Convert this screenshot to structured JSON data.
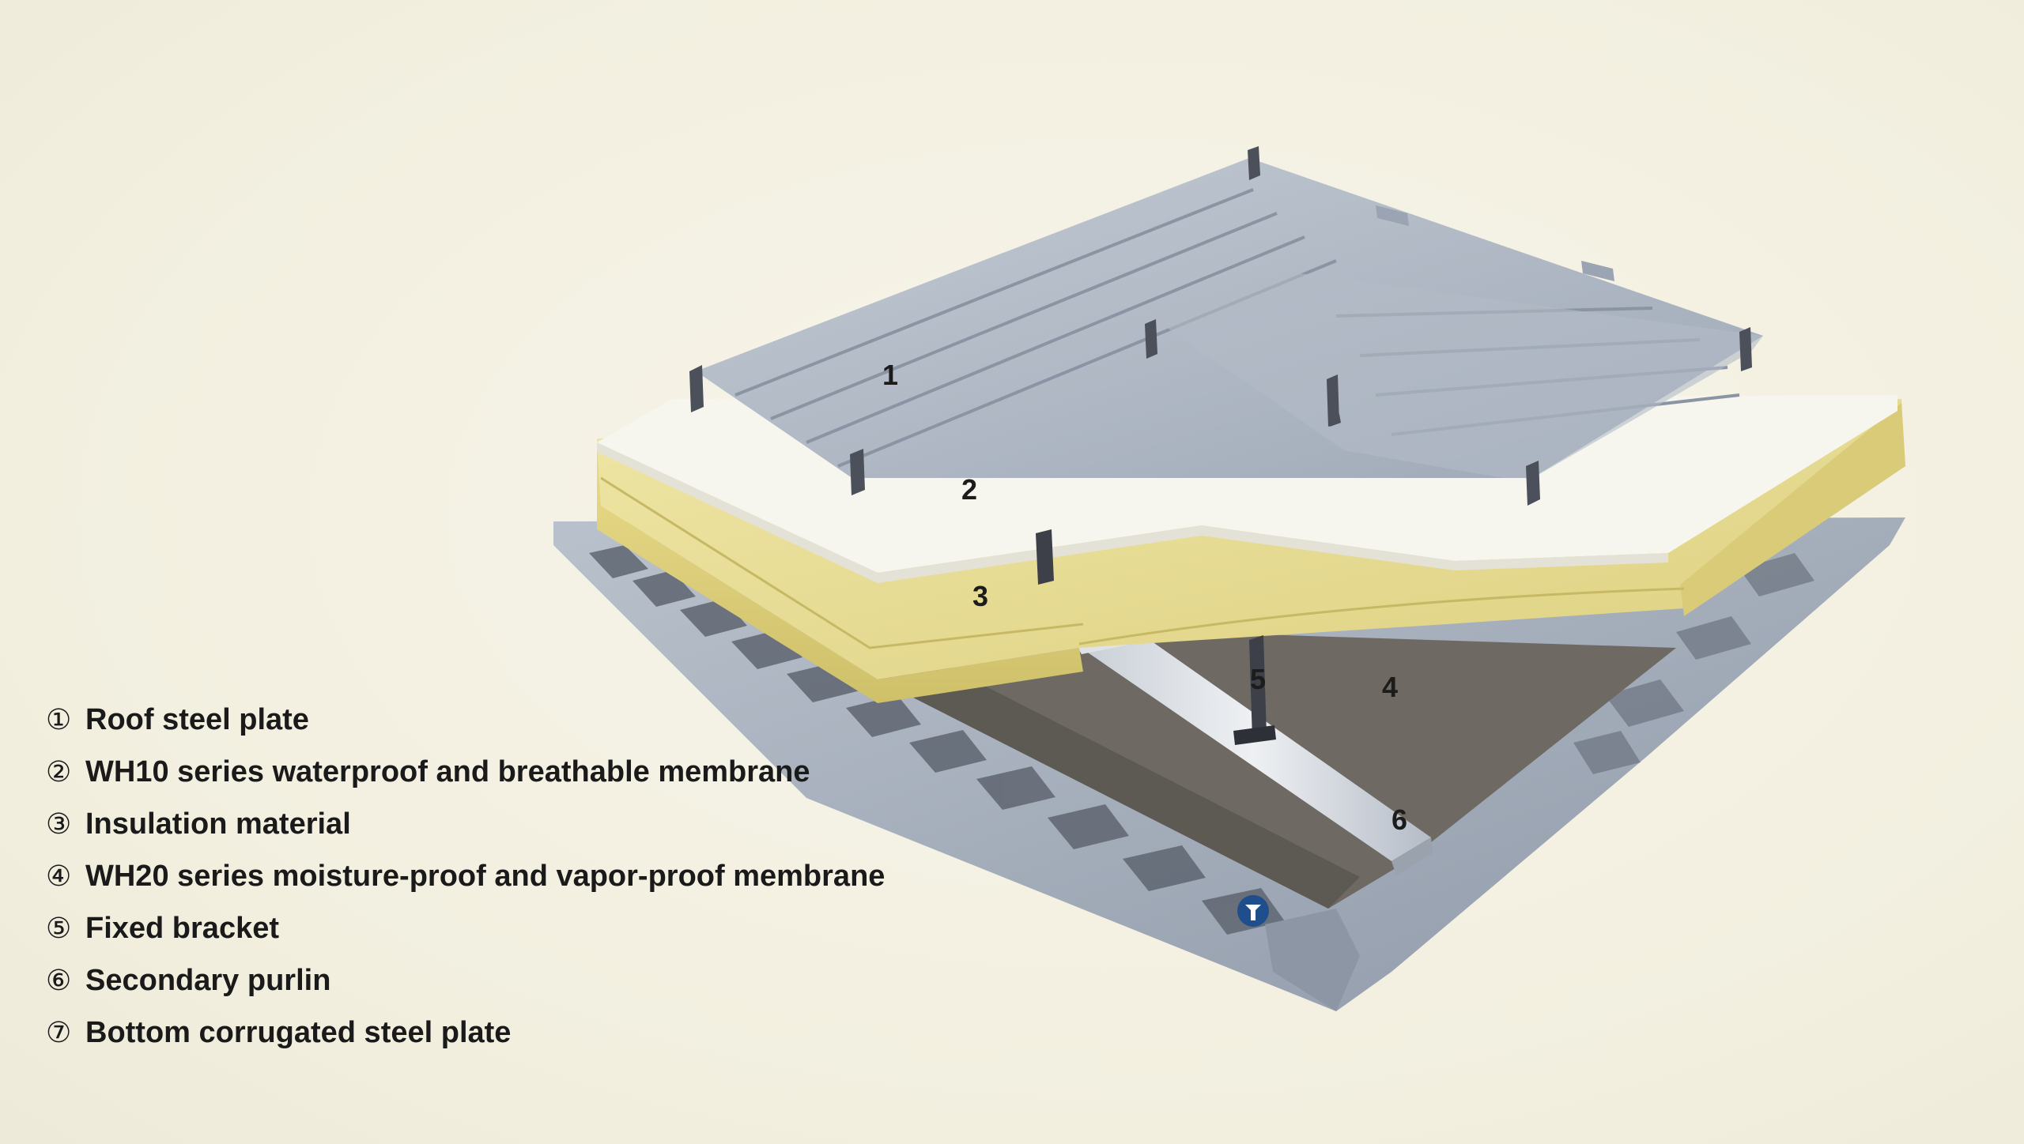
{
  "diagram": {
    "callouts": [
      "1",
      "2",
      "3",
      "4",
      "5",
      "6"
    ]
  },
  "legend": [
    {
      "marker": "①",
      "label": "Roof steel plate"
    },
    {
      "marker": "②",
      "label": "WH10 series waterproof and breathable membrane"
    },
    {
      "marker": "③",
      "label": "Insulation material"
    },
    {
      "marker": "④",
      "label": "WH20 series moisture-proof and vapor-proof membrane"
    },
    {
      "marker": "⑤",
      "label": "Fixed bracket"
    },
    {
      "marker": "⑥",
      "label": "Secondary purlin"
    },
    {
      "marker": "⑦",
      "label": "Bottom corrugated steel plate"
    }
  ],
  "colors": {
    "background": "#f4f1e3",
    "steel": "#a7b0bd",
    "membrane_white": "#f6f5ee",
    "insulation": "#e8dd8e",
    "vapor_membrane": "#6e6a63",
    "bracket": "#3d4048"
  }
}
